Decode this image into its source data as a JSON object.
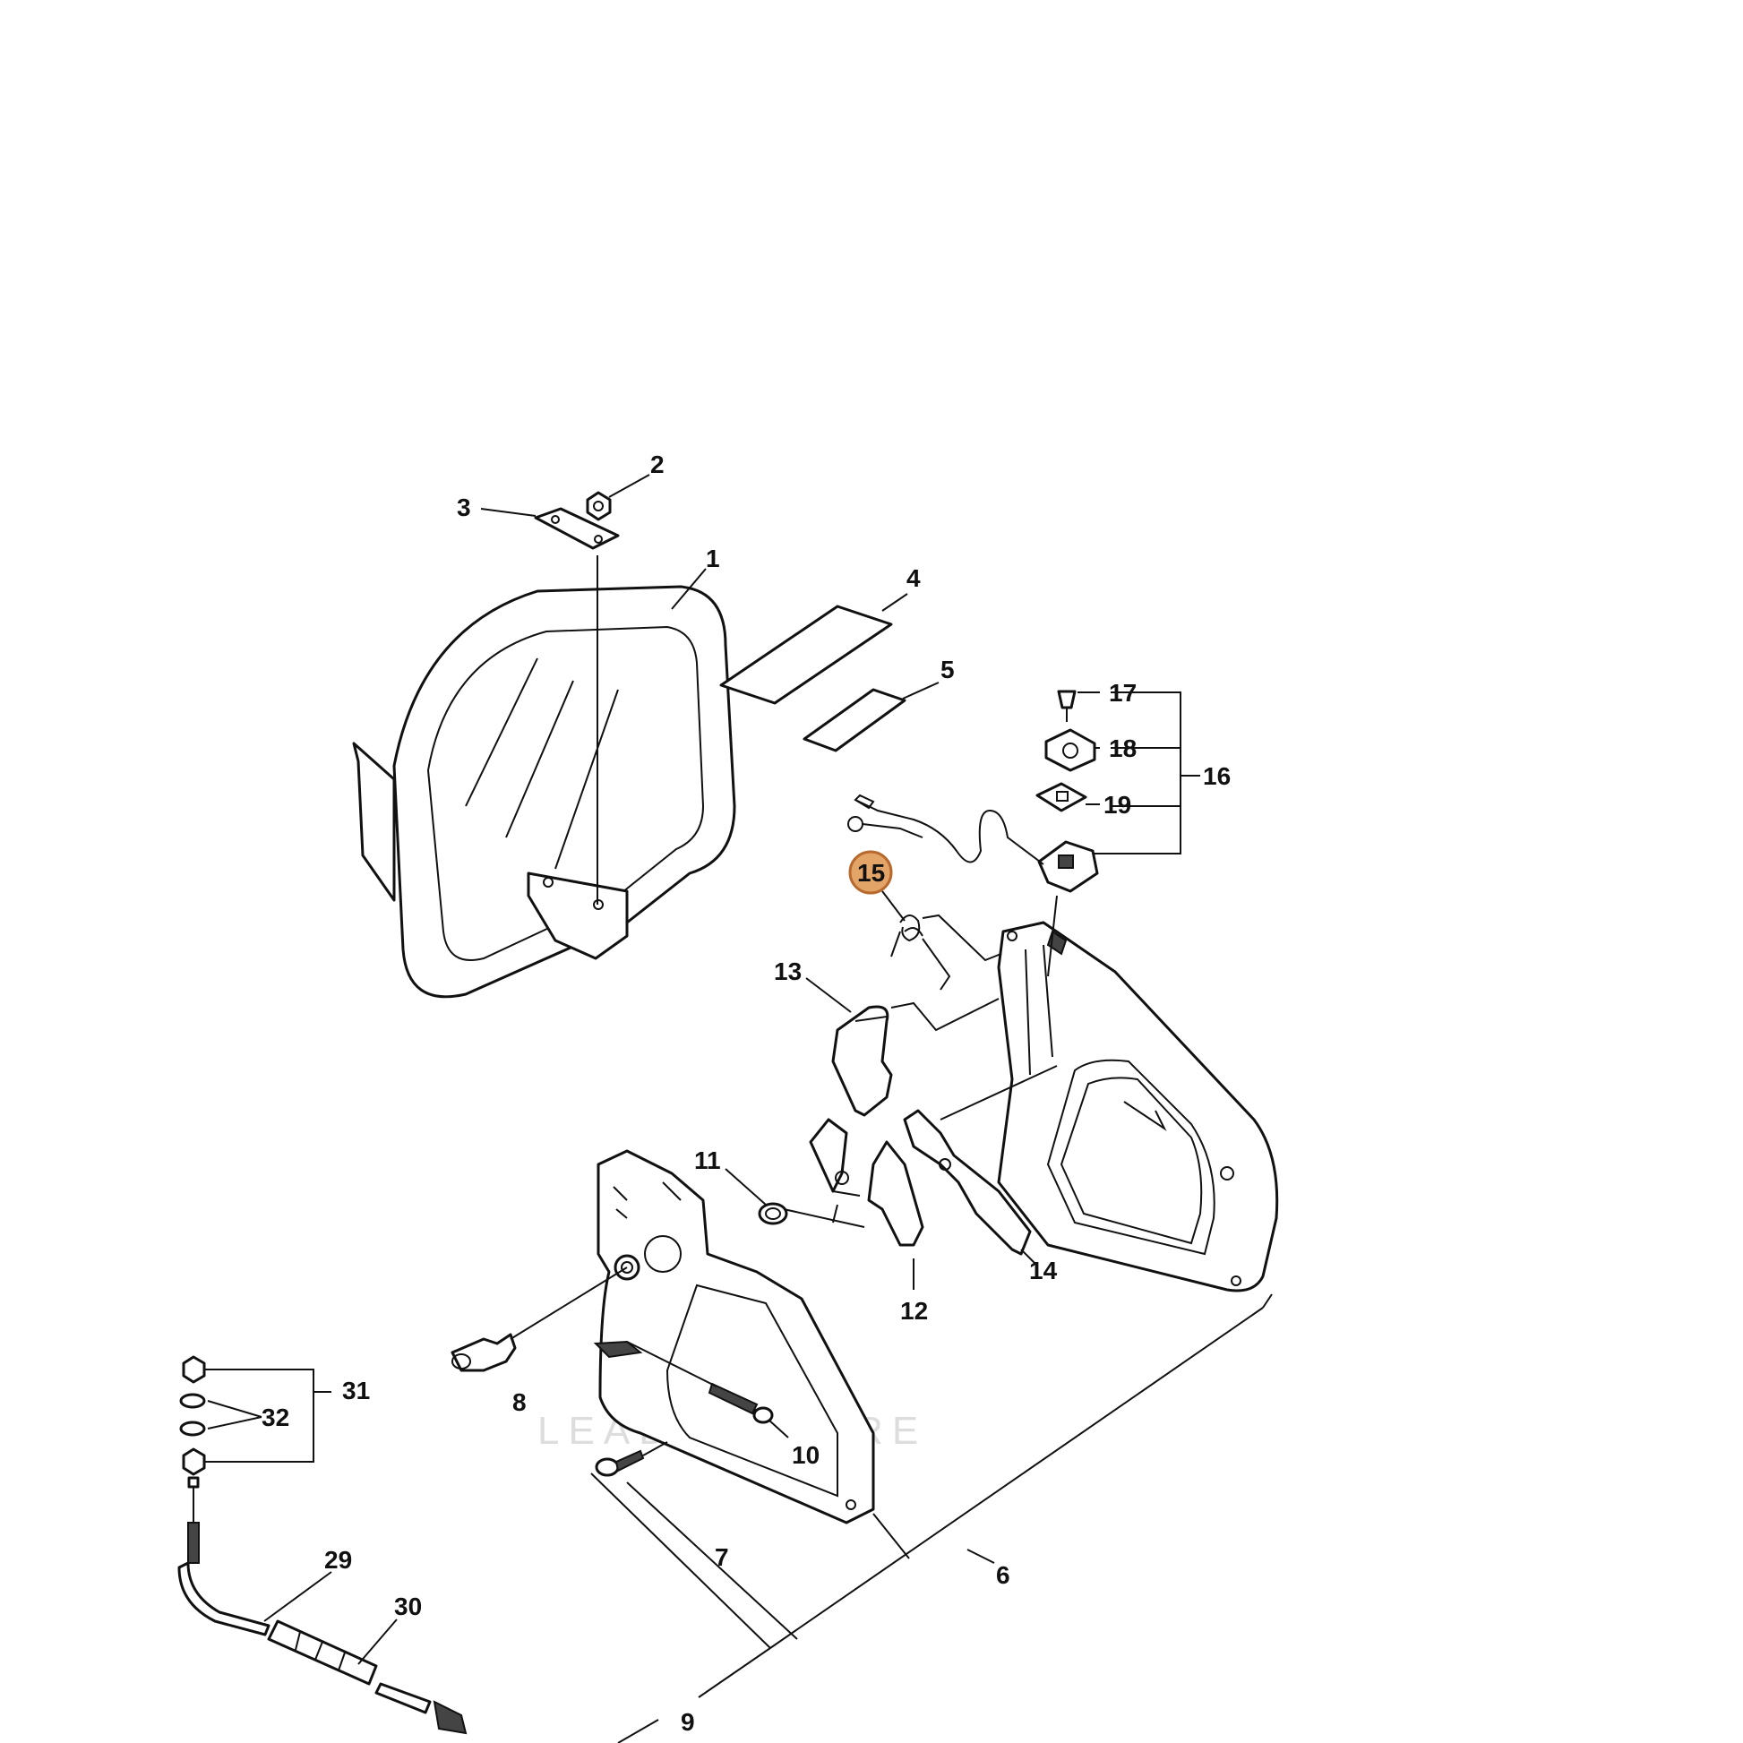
{
  "diagram": {
    "highlight_color": "#e3a468",
    "highlight_stroke": "#b8692e",
    "watermark": "LEADVENTURE",
    "callouts": [
      {
        "id": "1",
        "text": "1"
      },
      {
        "id": "2",
        "text": "2"
      },
      {
        "id": "3",
        "text": "3"
      },
      {
        "id": "4",
        "text": "4"
      },
      {
        "id": "5",
        "text": "5"
      },
      {
        "id": "6",
        "text": "6"
      },
      {
        "id": "7",
        "text": "7"
      },
      {
        "id": "8",
        "text": "8"
      },
      {
        "id": "9",
        "text": "9"
      },
      {
        "id": "10",
        "text": "10"
      },
      {
        "id": "11",
        "text": "11"
      },
      {
        "id": "12",
        "text": "12"
      },
      {
        "id": "13",
        "text": "13"
      },
      {
        "id": "14",
        "text": "14"
      },
      {
        "id": "15",
        "text": "15",
        "highlighted": true
      },
      {
        "id": "16",
        "text": "16"
      },
      {
        "id": "17",
        "text": "17"
      },
      {
        "id": "18",
        "text": "18"
      },
      {
        "id": "19",
        "text": "19"
      },
      {
        "id": "29",
        "text": "29"
      },
      {
        "id": "30",
        "text": "30"
      },
      {
        "id": "31",
        "text": "31"
      },
      {
        "id": "32",
        "text": "32"
      }
    ]
  }
}
